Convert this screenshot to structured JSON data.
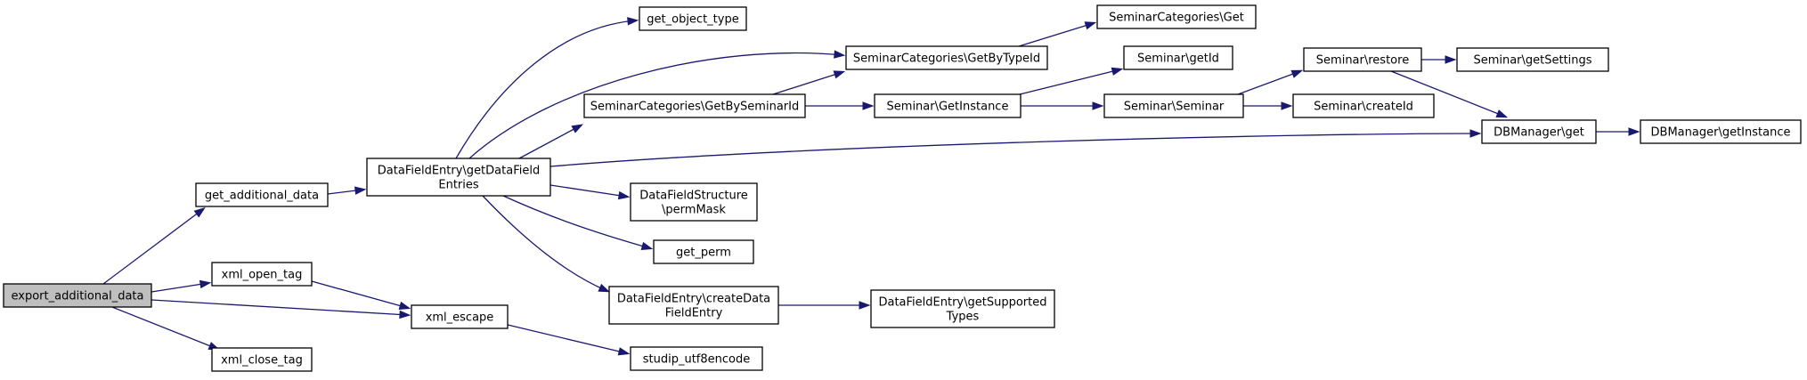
{
  "diagram": {
    "type": "call-graph",
    "colors": {
      "edge": "#191970",
      "node_border": "#000000",
      "node_fill": "#ffffff",
      "root_fill": "#bfbfbf"
    },
    "nodes": {
      "export_additional_data": {
        "lines": [
          "export_additional_data"
        ],
        "root": true
      },
      "get_additional_data": {
        "lines": [
          "get_additional_data"
        ]
      },
      "xml_open_tag": {
        "lines": [
          "xml_open_tag"
        ]
      },
      "xml_escape": {
        "lines": [
          "xml_escape"
        ]
      },
      "xml_close_tag": {
        "lines": [
          "xml_close_tag"
        ]
      },
      "getDataFieldEntries": {
        "lines": [
          "DataFieldEntry\\getDataField",
          "Entries"
        ]
      },
      "get_object_type": {
        "lines": [
          "get_object_type"
        ]
      },
      "SC_GetByTypeId": {
        "lines": [
          "SeminarCategories\\GetByTypeId"
        ]
      },
      "SC_GetBySeminarId": {
        "lines": [
          "SeminarCategories\\GetBySeminarId"
        ]
      },
      "DFS_permMask": {
        "lines": [
          "DataFieldStructure",
          "\\permMask"
        ]
      },
      "get_perm": {
        "lines": [
          "get_perm"
        ]
      },
      "DFE_createDataFieldEntry": {
        "lines": [
          "DataFieldEntry\\createData",
          "FieldEntry"
        ]
      },
      "studip_utf8encode": {
        "lines": [
          "studip_utf8encode"
        ]
      },
      "SC_Get": {
        "lines": [
          "SeminarCategories\\Get"
        ]
      },
      "Seminar_GetInstance": {
        "lines": [
          "Seminar\\GetInstance"
        ]
      },
      "Seminar_getId": {
        "lines": [
          "Seminar\\getId"
        ]
      },
      "Seminar_Seminar": {
        "lines": [
          "Seminar\\Seminar"
        ]
      },
      "Seminar_restore": {
        "lines": [
          "Seminar\\restore"
        ]
      },
      "Seminar_createId": {
        "lines": [
          "Seminar\\createId"
        ]
      },
      "Seminar_getSettings": {
        "lines": [
          "Seminar\\getSettings"
        ]
      },
      "DBManager_get": {
        "lines": [
          "DBManager\\get"
        ]
      },
      "DBManager_getInstance": {
        "lines": [
          "DBManager\\getInstance"
        ]
      },
      "DFE_getSupportedTypes": {
        "lines": [
          "DataFieldEntry\\getSupported",
          "Types"
        ]
      }
    },
    "edges": [
      [
        "export_additional_data",
        "get_additional_data"
      ],
      [
        "export_additional_data",
        "xml_open_tag"
      ],
      [
        "export_additional_data",
        "xml_escape"
      ],
      [
        "export_additional_data",
        "xml_close_tag"
      ],
      [
        "xml_open_tag",
        "xml_escape"
      ],
      [
        "xml_escape",
        "studip_utf8encode"
      ],
      [
        "get_additional_data",
        "getDataFieldEntries"
      ],
      [
        "getDataFieldEntries",
        "get_object_type"
      ],
      [
        "getDataFieldEntries",
        "SC_GetByTypeId"
      ],
      [
        "getDataFieldEntries",
        "SC_GetBySeminarId"
      ],
      [
        "getDataFieldEntries",
        "DBManager_get"
      ],
      [
        "getDataFieldEntries",
        "DFS_permMask"
      ],
      [
        "getDataFieldEntries",
        "get_perm"
      ],
      [
        "getDataFieldEntries",
        "DFE_createDataFieldEntry"
      ],
      [
        "SC_GetByTypeId",
        "SC_Get"
      ],
      [
        "SC_GetBySeminarId",
        "SC_GetByTypeId"
      ],
      [
        "SC_GetBySeminarId",
        "Seminar_GetInstance"
      ],
      [
        "Seminar_GetInstance",
        "Seminar_getId"
      ],
      [
        "Seminar_GetInstance",
        "Seminar_Seminar"
      ],
      [
        "Seminar_Seminar",
        "Seminar_restore"
      ],
      [
        "Seminar_Seminar",
        "Seminar_createId"
      ],
      [
        "Seminar_restore",
        "Seminar_getSettings"
      ],
      [
        "Seminar_restore",
        "DBManager_get"
      ],
      [
        "DBManager_get",
        "DBManager_getInstance"
      ],
      [
        "DFE_createDataFieldEntry",
        "DFE_getSupportedTypes"
      ]
    ]
  }
}
